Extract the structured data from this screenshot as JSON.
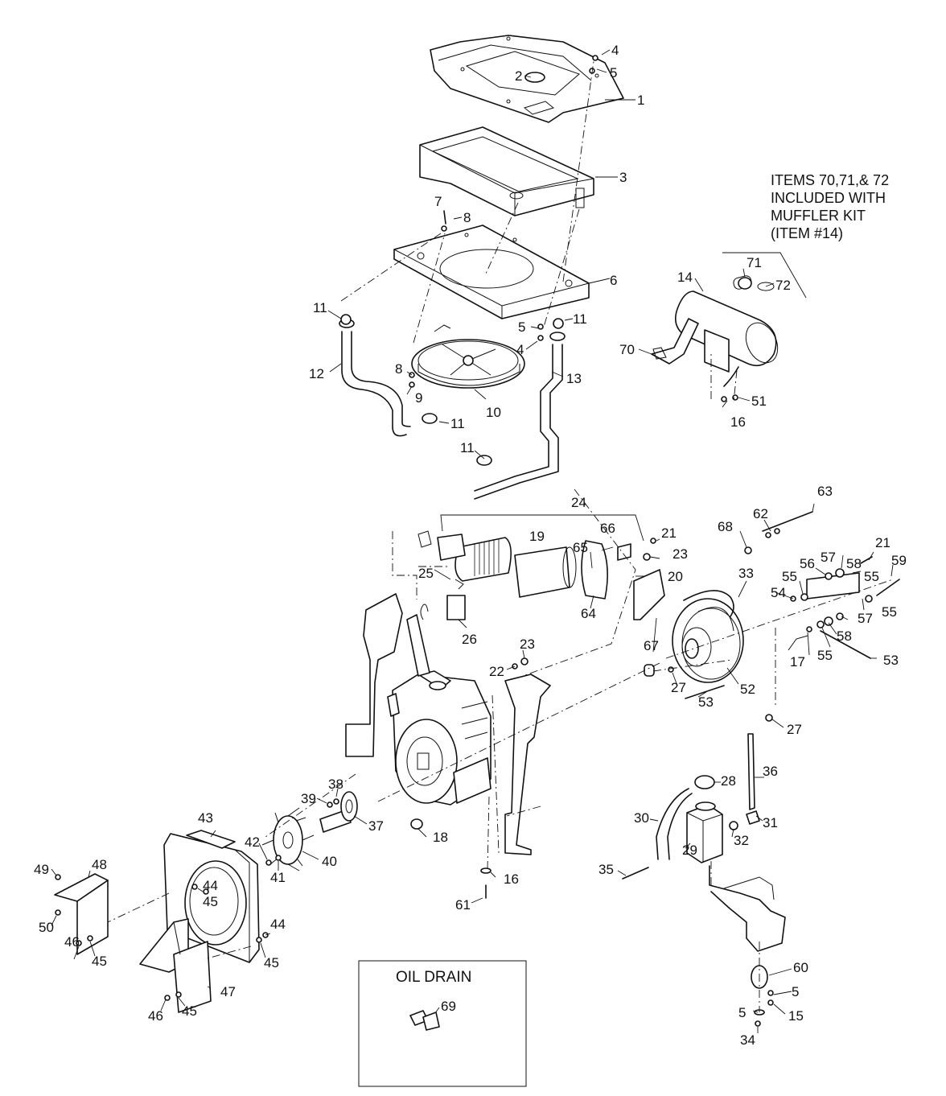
{
  "note": {
    "lines": [
      "ITEMS 70,71,& 72",
      "INCLUDED WITH",
      "MUFFLER KIT",
      "(ITEM #14)"
    ]
  },
  "oil_drain_box": {
    "title": "OIL DRAIN"
  },
  "callouts": {
    "c1": "1",
    "c2": "2",
    "c3": "3",
    "c4a": "4",
    "c5a": "5",
    "c7": "7",
    "c8a": "8",
    "c6": "6",
    "c11a": "11",
    "c11b": "11",
    "c5b": "5",
    "c4b": "4",
    "c12": "12",
    "c13": "13",
    "c8b": "8",
    "c9": "9",
    "c10": "10",
    "c11c": "11",
    "c11d": "11",
    "c14": "14",
    "c71": "71",
    "c72": "72",
    "c70": "70",
    "c51": "51",
    "c16a": "16",
    "c24": "24",
    "c19": "19",
    "c66": "66",
    "c21a": "21",
    "c23a": "23",
    "c65": "65",
    "c20": "20",
    "c25": "25",
    "c64": "64",
    "c26": "26",
    "c63": "63",
    "c62": "62",
    "c68": "68",
    "c33": "33",
    "c21b": "21",
    "c57a": "57",
    "c56": "56",
    "c55a": "55",
    "c58a": "58",
    "c55b": "55",
    "c59": "59",
    "c54": "54",
    "c55c": "55",
    "c57b": "57",
    "c58b": "58",
    "c55d": "55",
    "c17": "17",
    "c53a": "53",
    "c67": "67",
    "c27a": "27",
    "c52": "52",
    "c53b": "53",
    "c27b": "27",
    "c23b": "23",
    "c22": "22",
    "c36": "36",
    "c28": "28",
    "c31": "31",
    "c30": "30",
    "c32": "32",
    "c29": "29",
    "c35": "35",
    "c60": "60",
    "c5c": "5",
    "c5d": "5",
    "c15": "15",
    "c34": "34",
    "c39": "39",
    "c38": "38",
    "c37": "37",
    "c18": "18",
    "c43": "43",
    "c42": "42",
    "c41": "41",
    "c40": "40",
    "c16b": "16",
    "c61": "61",
    "c49": "49",
    "c48": "48",
    "c44a": "44",
    "c45a": "45",
    "c50": "50",
    "c46a": "46",
    "c45b": "45",
    "c44b": "44",
    "c45c": "45",
    "c47": "47",
    "c46b": "46",
    "c45d": "45",
    "c69": "69"
  }
}
